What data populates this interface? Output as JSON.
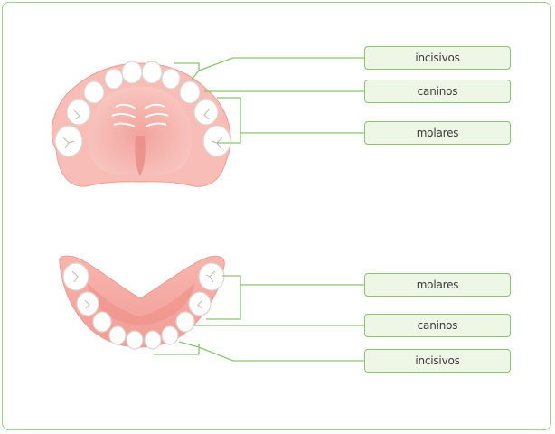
{
  "colors": {
    "frame_border": "#9ccf87",
    "label_border": "#8cc472",
    "label_fill": "#eef6e6",
    "leader_line": "#8cc472",
    "gum": "#f6b7b1",
    "gum_dark": "#e8928b",
    "tooth": "#ffffff",
    "tooth_outline": "#d9d2cc"
  },
  "upper_jaw": {
    "labels": [
      "incisivos",
      "caninos",
      "molares"
    ]
  },
  "lower_jaw": {
    "labels": [
      "molares",
      "caninos",
      "incisivos"
    ]
  }
}
